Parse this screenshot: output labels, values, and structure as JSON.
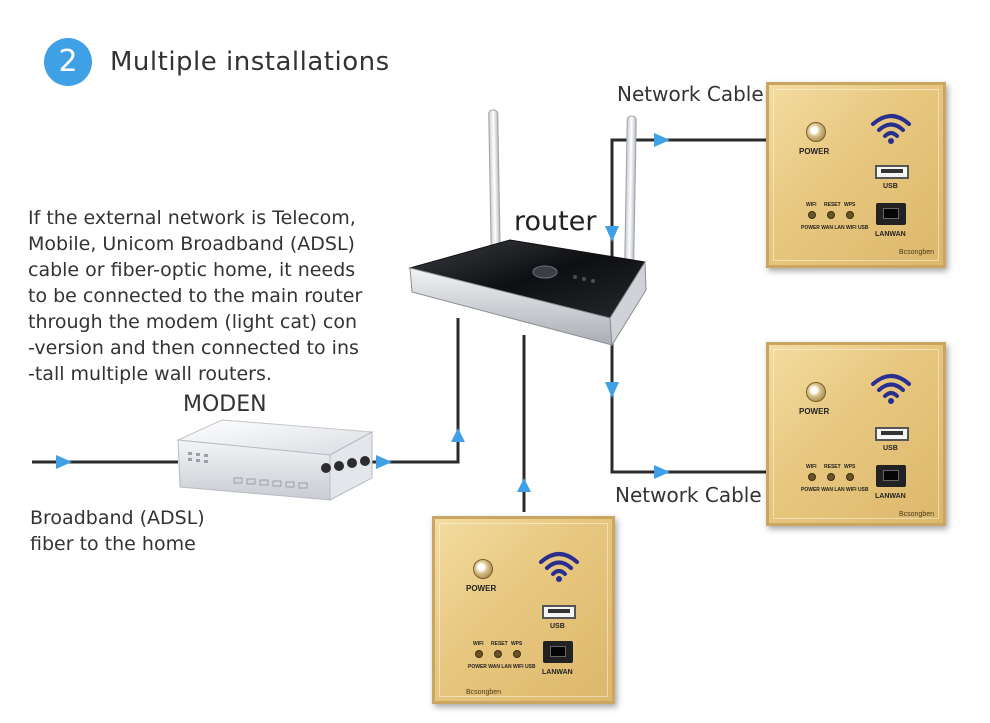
{
  "header": {
    "step_number": "2",
    "title": "Multiple installations"
  },
  "description": [
    "If the external network is Telecom,",
    "Mobile, Unicom Broadband (ADSL)",
    "cable or fiber-optic home, it needs",
    "to be connected to the main router",
    "through the modem (light cat) con",
    "-version and then connected to ins",
    "-tall multiple wall routers."
  ],
  "labels": {
    "router": "router",
    "modem": "MODEN",
    "network_cable_top": "Network Cable",
    "network_cable_bottom": "Network Cable",
    "broadband_line1": "Broadband (ADSL)",
    "broadband_line2": "fiber to the home"
  },
  "panel": {
    "power": "POWER",
    "usb": "USB",
    "lanwan": "LANWAN",
    "led_top": [
      "WIFI",
      "RESET",
      "WPS"
    ],
    "led_bottom": "POWER WAN  LAN  WIFI  USB",
    "brand": "Bcsongben"
  },
  "colors": {
    "badge": "#3fa0e6",
    "arrow": "#3fa0e6",
    "cable": "#2b2b2b",
    "wifi": "#2a2f8f",
    "panel_gold": "#e7c67e"
  },
  "icons": [
    "wifi-icon",
    "arrow-icon"
  ]
}
